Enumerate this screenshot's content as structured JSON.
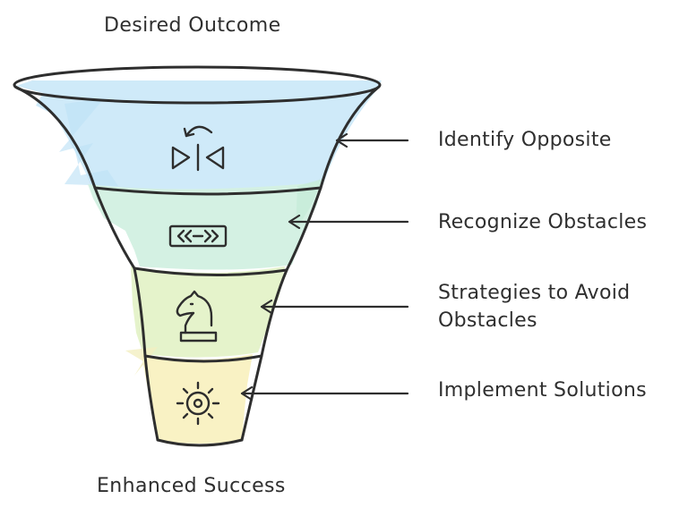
{
  "diagram": {
    "top_caption": "Desired Outcome",
    "bottom_caption": "Enhanced Success",
    "stages": [
      {
        "label_lines": [
          "Identify Opposite"
        ],
        "icon": "mirror-flip-icon",
        "color": "#cfeaf9"
      },
      {
        "label_lines": [
          "Recognize Obstacles"
        ],
        "icon": "chevrons-barrier-icon",
        "color": "#d4f1e3"
      },
      {
        "label_lines": [
          "Strategies to Avoid",
          "Obstacles"
        ],
        "icon": "chess-knight-icon",
        "color": "#e5f3cb"
      },
      {
        "label_lines": [
          "Implement Solutions"
        ],
        "icon": "sun-gear-icon",
        "color": "#f9f2c4"
      }
    ],
    "stroke_color": "#2e2e2e"
  }
}
